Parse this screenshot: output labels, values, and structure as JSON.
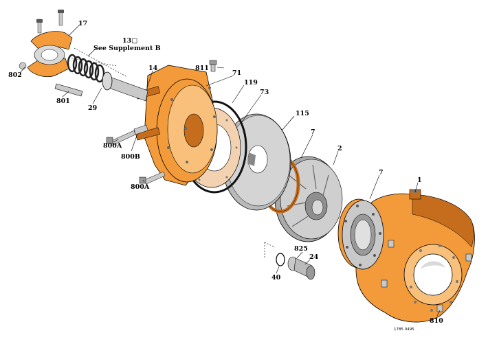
{
  "diagram": {
    "colors": {
      "casting": "#f39b3a",
      "casting_dark": "#c56d1c",
      "casting_light": "#f8c07a",
      "disc_grey": "#b9b9b9",
      "disc_dark": "#777777",
      "gasket": "#f2d2b0",
      "oring": "#111111",
      "steel": "#c9c9c9"
    },
    "callouts": {
      "c17": "17",
      "c13": "13□",
      "see_supplement": "See Supplement B",
      "c802": "802",
      "c801": "801",
      "c29": "29",
      "c14": "14",
      "c811": "811",
      "c71": "71",
      "c119": "119",
      "c73": "73",
      "c115": "115",
      "c7a": "7",
      "c2": "2",
      "c7b": "7",
      "c1": "1",
      "c800a_top": "800A",
      "c800b": "800B",
      "c800a_bottom": "800A",
      "c825": "825",
      "c24": "24",
      "c40": "40",
      "c810": "810"
    },
    "drawing_number": "1785 0495"
  }
}
